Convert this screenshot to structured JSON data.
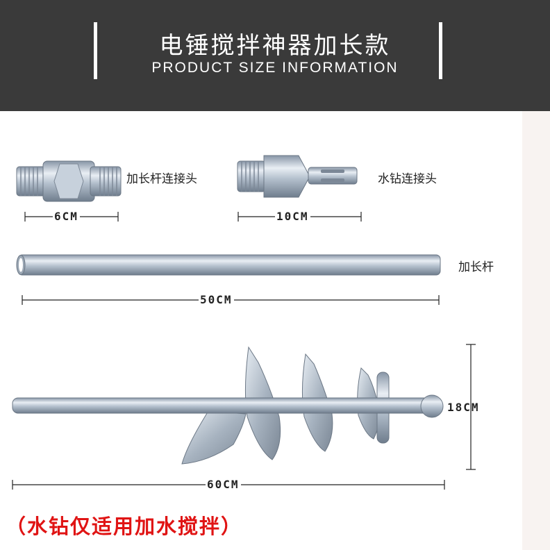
{
  "header": {
    "title_cn": "电锤搅拌神器加长款",
    "title_en": "PRODUCT SIZE INFORMATION"
  },
  "parts": {
    "extension_connector": {
      "label": "加长杆连接头",
      "size": "6CM"
    },
    "drill_connector": {
      "label": "水钻连接头",
      "size": "10CM"
    },
    "extension_rod": {
      "label": "加长杆",
      "size": "50CM"
    },
    "mixer_auger": {
      "length": "60CM",
      "diameter": "18CM"
    }
  },
  "note": "（水钻仅适用加水搅拌）",
  "colors": {
    "header_bg": "#3a3a3a",
    "note_red": "#e01414",
    "steel": "#a9b6c4"
  }
}
